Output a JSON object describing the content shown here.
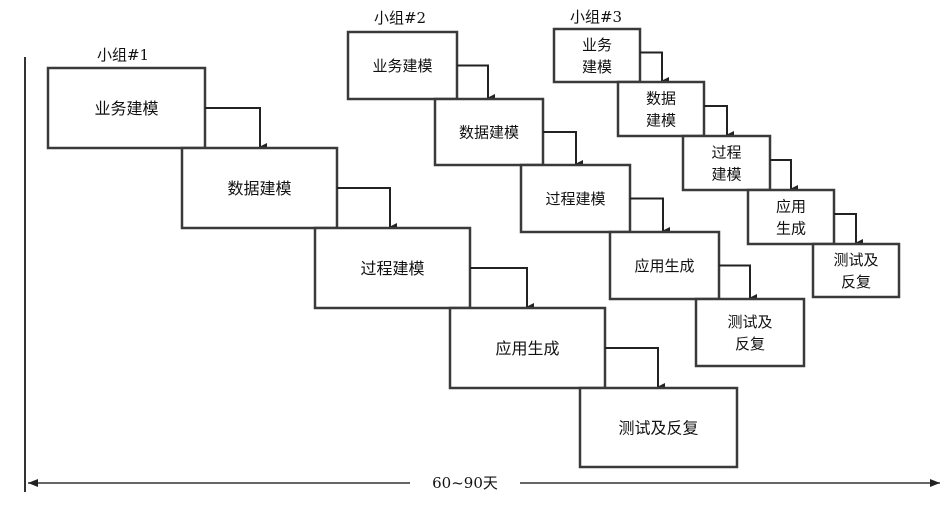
{
  "groups": [
    {
      "label": "小组#1",
      "steps": [
        "业务建模",
        "数据建模",
        "过程建模",
        "应用生成",
        "测试及反复"
      ]
    },
    {
      "label": "小组#2",
      "steps": [
        "业务建模",
        "数据建模",
        "过程建模",
        "应用生成",
        [
          "测试及",
          "反复"
        ]
      ]
    },
    {
      "label": "小组#3",
      "steps": [
        [
          "业务",
          "建模"
        ],
        [
          "数据",
          "建模"
        ],
        [
          "过程",
          "建模"
        ],
        [
          "应用",
          "生成"
        ],
        [
          "测试及",
          "反复"
        ]
      ]
    }
  ],
  "timeline": {
    "label": "60~90天"
  },
  "colors": {
    "stroke": "#3a3a3a",
    "text": "#111111"
  }
}
